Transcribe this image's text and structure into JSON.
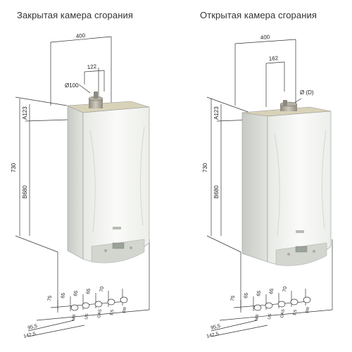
{
  "titles": {
    "left": "Закрытая камера сгорания",
    "right": "Открытая камера сгорания"
  },
  "left_diagram": {
    "width": "400",
    "flue_offset": "122",
    "flue_diameter": "Ø100",
    "total_height": "730",
    "top_offset": "A123",
    "body_height": "B680",
    "spacings": [
      "75",
      "65",
      "65",
      "65",
      "70"
    ],
    "connectors": [
      "MR",
      "US",
      "GAS",
      "ES",
      "RR"
    ],
    "depth_1": "95,5",
    "depth_2": "142,5"
  },
  "right_diagram": {
    "width": "400",
    "flue_offset": "162",
    "flue_diameter": "Ø (D)",
    "total_height": "730",
    "top_offset": "A123",
    "body_height": "B680",
    "spacings": [
      "75",
      "65",
      "65",
      "65",
      "70"
    ],
    "connectors": [
      "MR",
      "US",
      "GAS",
      "ES",
      "RR"
    ],
    "depth_1": "95,5",
    "depth_2": "142,5"
  },
  "colors": {
    "body": "#f4f5f3",
    "shade": "#d9dcd8",
    "panel": "#c9ccc6",
    "line": "#333333",
    "flue": "#a8a49a"
  }
}
